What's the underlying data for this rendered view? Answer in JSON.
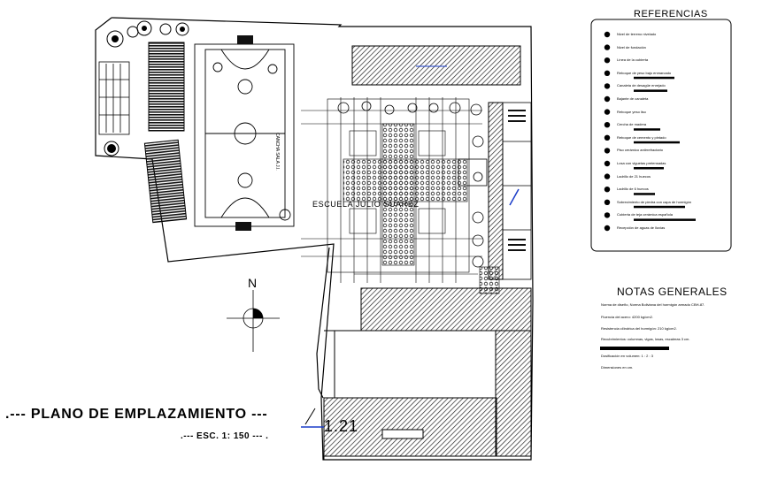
{
  "legend": {
    "title": "REFERENCIAS",
    "items": [
      "Nivel de terreno nivelado",
      "Nivel de fundación",
      "Línea de la cubierta",
      "Reboque de yeso bajo enmarcado",
      "Canaleta de desagüe enrejado",
      "Bajante de canaleta",
      "Reboque yeso liso",
      "Cercha de madera",
      "Reboque de cemento y pintado",
      "Piso cerámico antirrefractario",
      "Losa con viguetas pretensadas",
      "Ladrillo de 21 huecos",
      "Ladrillo de 6 huecos",
      "Sobrecimiento de piedra con capa de hormigón",
      "Cubierta de teja cerámica española",
      "Recepción de aguas de lluvias"
    ]
  },
  "notes": {
    "title": "NOTAS GENERALES",
    "items": [
      "Norma de diseño, Norma Boliviana del hormigón armado CBH-87.",
      "Fluencia del acero: 4200 kg/cm2.",
      "Resistencia cilíndrica del hormigón: 210 kg/cm2.",
      "Recubrimientos: columnas, vigas, losas, escaleras 3 cm.",
      "Dosificación en volumen: 1 : 2 : 3",
      "Dimensiones en cm."
    ]
  },
  "plan": {
    "title": ".---  PLANO DE EMPLAZAMIENTO  ---",
    "scale": ".--- ESC. 1: 150 --- .",
    "north": "N",
    "school_label": "ESCUELA JULIO SUAREZ",
    "court_label": "CANCHA SALA J.I.",
    "detail_number": "1.21"
  },
  "colors": {
    "line": "#000000",
    "hatch": "#333333",
    "accent": "#1a3cc8"
  }
}
